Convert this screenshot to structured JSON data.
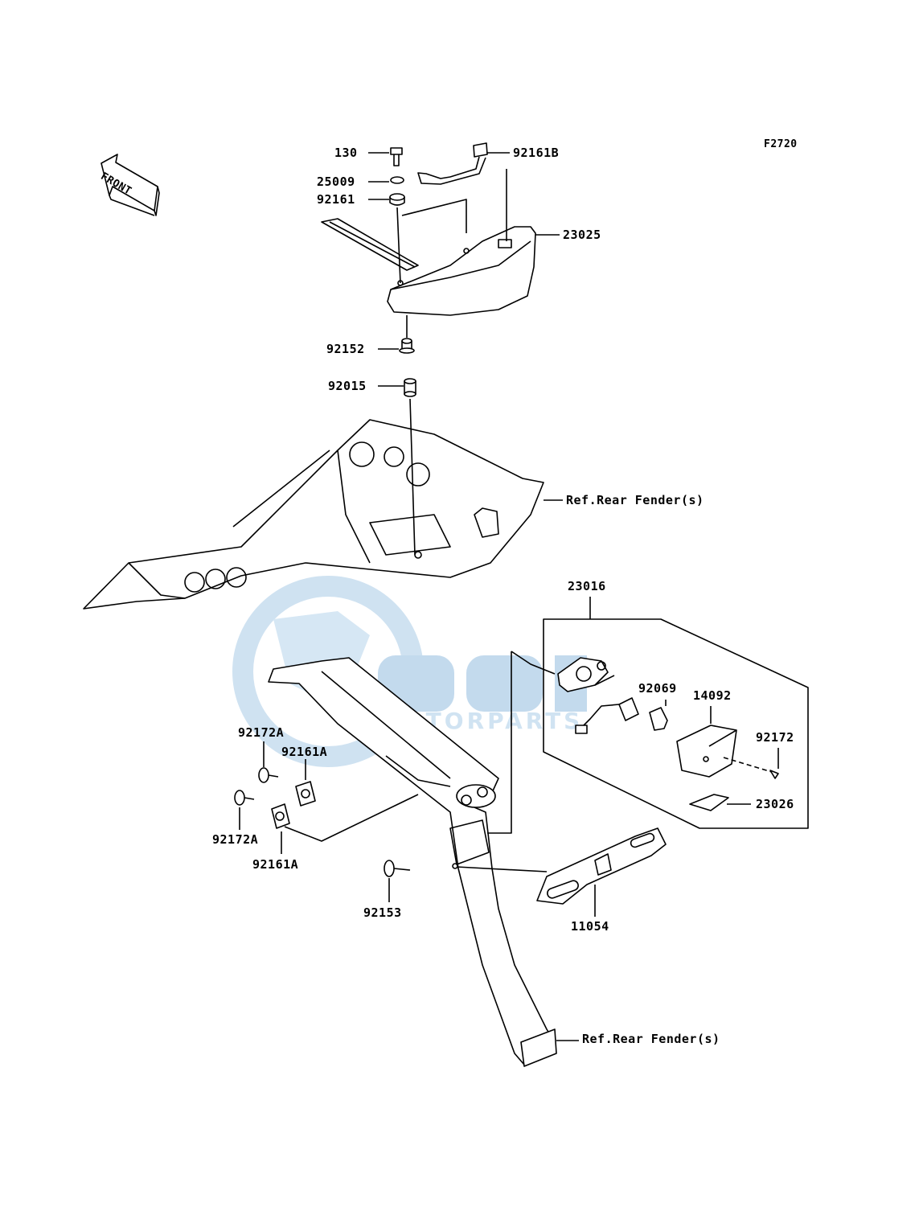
{
  "figure_code": "F2720",
  "front_marker": "FRONT",
  "watermark": {
    "brand": "OEM",
    "sub": "MOTORPARTS",
    "color": "#bcd6ea"
  },
  "parts": {
    "p130": "130",
    "p25009": "25009",
    "p92161": "92161",
    "p92161B": "92161B",
    "p23025": "23025",
    "p92152": "92152",
    "p92015": "92015",
    "ref_fender_top": "Ref.Rear Fender(s)",
    "p23016": "23016",
    "p92069": "92069",
    "p14092": "14092",
    "p92172": "92172",
    "p23026": "23026",
    "p92172A_top": "92172A",
    "p92161A_top": "92161A",
    "p92172A_bottom": "92172A",
    "p92161A_bottom": "92161A",
    "p92153": "92153",
    "p11054": "11054",
    "ref_fender_bottom": "Ref.Rear Fender(s)"
  }
}
